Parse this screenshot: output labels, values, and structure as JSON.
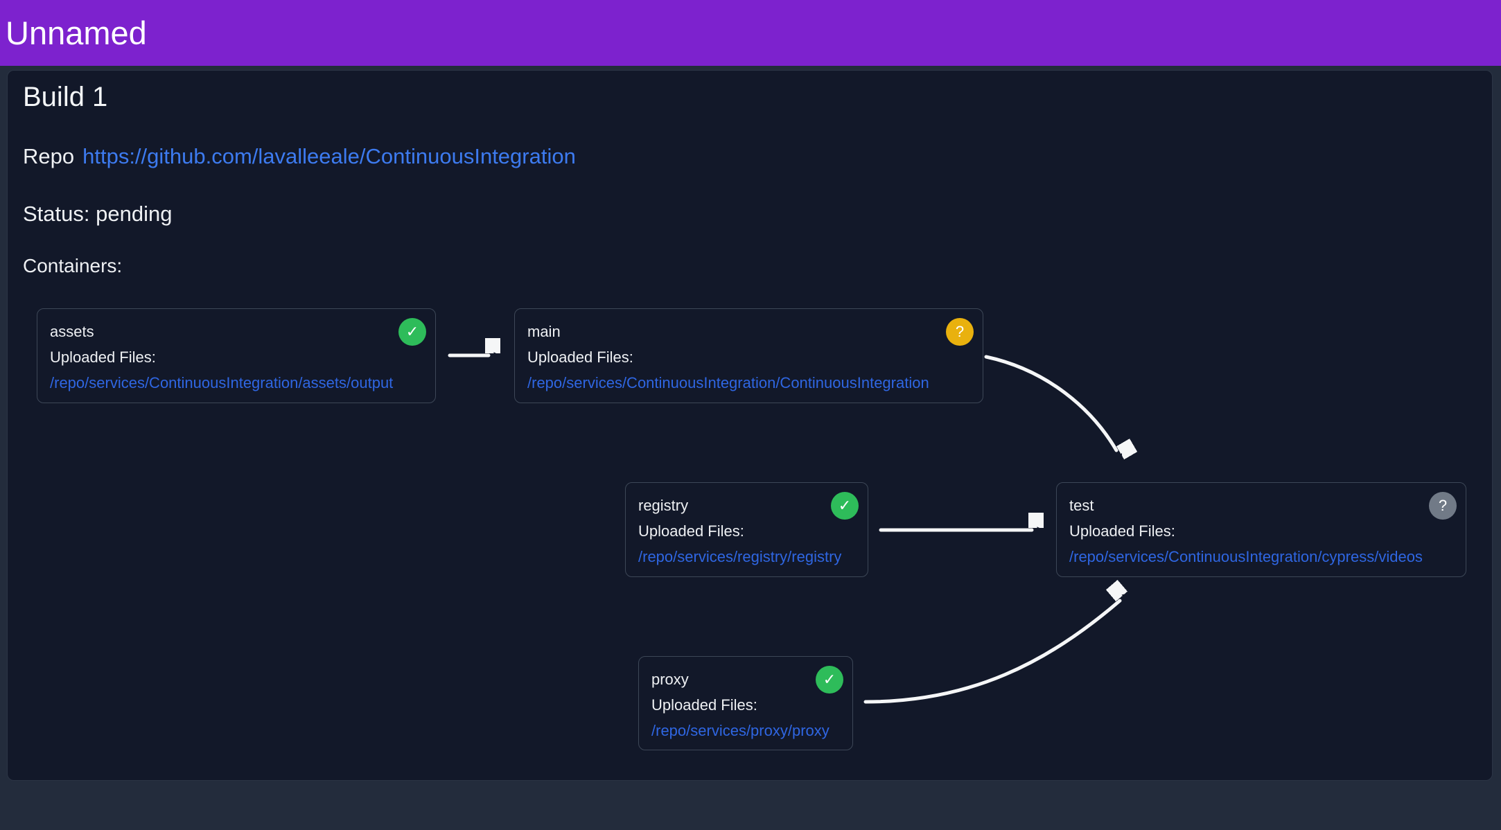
{
  "header": {
    "title": "Unnamed"
  },
  "build": {
    "title": "Build 1",
    "repo_label": "Repo",
    "repo_url": "https://github.com/lavalleeale/ContinuousIntegration",
    "status_line": "Status: pending",
    "containers_label": "Containers:"
  },
  "containers": [
    {
      "name": "assets",
      "files_label": "Uploaded Files:",
      "file": "/repo/services/ContinuousIntegration/assets/output",
      "status": "success",
      "status_glyph": "✓"
    },
    {
      "name": "main",
      "files_label": "Uploaded Files:",
      "file": "/repo/services/ContinuousIntegration/ContinuousIntegration",
      "status": "pending",
      "status_glyph": "?"
    },
    {
      "name": "registry",
      "files_label": "Uploaded Files:",
      "file": "/repo/services/registry/registry",
      "status": "success",
      "status_glyph": "✓"
    },
    {
      "name": "test",
      "files_label": "Uploaded Files:",
      "file": "/repo/services/ContinuousIntegration/cypress/videos",
      "status": "unknown",
      "status_glyph": "?"
    },
    {
      "name": "proxy",
      "files_label": "Uploaded Files:",
      "file": "/repo/services/proxy/proxy",
      "status": "success",
      "status_glyph": "✓"
    }
  ],
  "edges": [
    {
      "from": "assets",
      "to": "main"
    },
    {
      "from": "main",
      "to": "test"
    },
    {
      "from": "registry",
      "to": "test"
    },
    {
      "from": "proxy",
      "to": "test"
    }
  ],
  "colors": {
    "header_bg": "#7d22ce",
    "page_bg": "#232c3c",
    "panel_bg": "#121829",
    "link": "#3d7bf0",
    "file_link": "#2f66e2",
    "arrow": "#f5f6f7",
    "success": "#2ebc5a",
    "pending": "#e9b10e",
    "unknown": "#717a87"
  }
}
